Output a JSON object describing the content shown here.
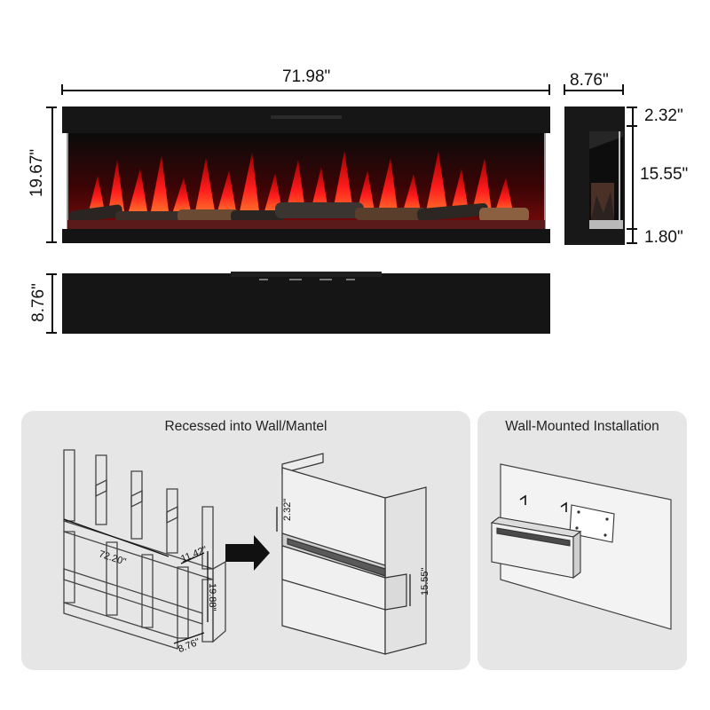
{
  "top_dimensions": {
    "width": "71.98\"",
    "depth": "8.76\"",
    "height": "19.67\"",
    "top_trim": "2.32\"",
    "viewing_height": "15.55\"",
    "bottom_trim": "1.80\"",
    "top_view_depth": "8.76\""
  },
  "recessed_panel": {
    "title": "Recessed into Wall/Mantel",
    "frame_width": "72.20\"",
    "frame_side": "11.42\"",
    "frame_height": "19.88\"",
    "frame_depth": "8.76\"",
    "wall_top_offset": "2.32\"",
    "wall_opening_height": "15.55\""
  },
  "wall_mount_panel": {
    "title": "Wall-Mounted Installation"
  },
  "colors": {
    "panel_bg": "#e6e6e6",
    "flame_red": "#e8161b",
    "unit_black": "#141414"
  }
}
